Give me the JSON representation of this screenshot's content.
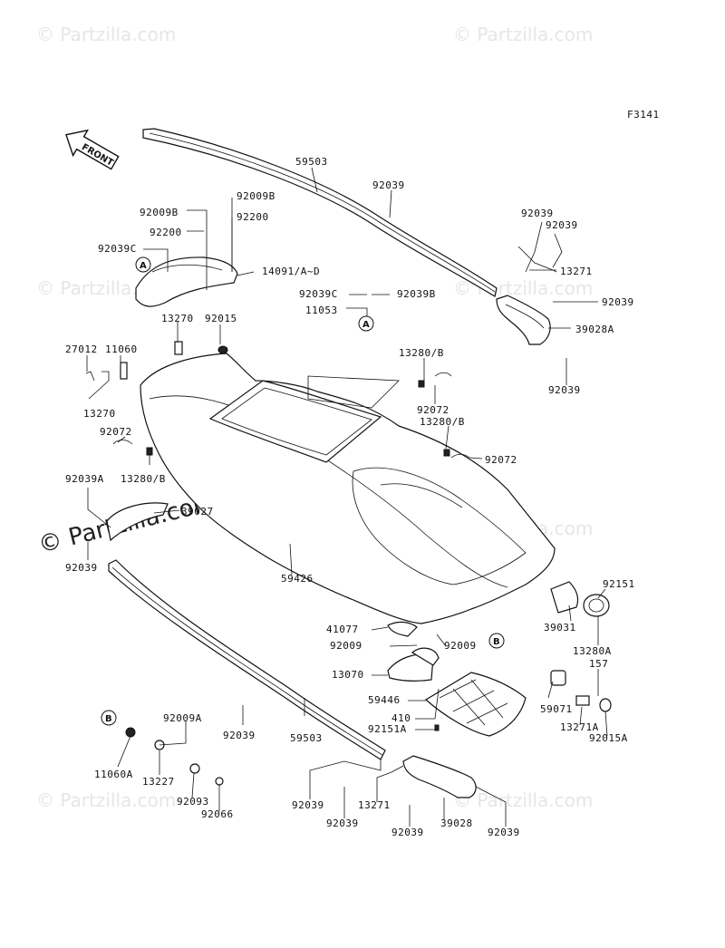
{
  "figure_code": "F3141",
  "front_label": "FRONT",
  "watermark": "© Partzilla.com",
  "callouts": {
    "a": "A",
    "b": "B"
  },
  "labels": [
    {
      "id": "p59503-top",
      "text": "59503"
    },
    {
      "id": "p92039-top",
      "text": "92039"
    },
    {
      "id": "p92009B-r",
      "text": "92009B"
    },
    {
      "id": "p92009B-l",
      "text": "92009B"
    },
    {
      "id": "p92200-r",
      "text": "92200"
    },
    {
      "id": "p92200-l",
      "text": "92200"
    },
    {
      "id": "p92039C-l",
      "text": "92039C"
    },
    {
      "id": "p14091",
      "text": "14091/A~D"
    },
    {
      "id": "p92039-r1",
      "text": "92039"
    },
    {
      "id": "p92039-r2",
      "text": "92039"
    },
    {
      "id": "p13271-r",
      "text": "13271"
    },
    {
      "id": "p92039C-m",
      "text": "92039C"
    },
    {
      "id": "p92039B-m",
      "text": "92039B"
    },
    {
      "id": "p11053",
      "text": "11053"
    },
    {
      "id": "p92039-r3",
      "text": "92039"
    },
    {
      "id": "p39028A",
      "text": "39028A"
    },
    {
      "id": "p92039-r4",
      "text": "92039"
    },
    {
      "id": "p13270-t",
      "text": "13270"
    },
    {
      "id": "p92015",
      "text": "92015"
    },
    {
      "id": "p27012",
      "text": "27012"
    },
    {
      "id": "p11060",
      "text": "11060"
    },
    {
      "id": "p13270-b",
      "text": "13270"
    },
    {
      "id": "p13280B-1",
      "text": "13280/B"
    },
    {
      "id": "p92072-1",
      "text": "92072"
    },
    {
      "id": "p13280B-2",
      "text": "13280/B"
    },
    {
      "id": "p92072-2",
      "text": "92072"
    },
    {
      "id": "p92072-l",
      "text": "92072"
    },
    {
      "id": "p13280B-l",
      "text": "13280/B"
    },
    {
      "id": "p92039A",
      "text": "92039A"
    },
    {
      "id": "p39027",
      "text": "39027"
    },
    {
      "id": "p92039-l",
      "text": "92039"
    },
    {
      "id": "p59426",
      "text": "59426"
    },
    {
      "id": "p92151",
      "text": "92151"
    },
    {
      "id": "p39031",
      "text": "39031"
    },
    {
      "id": "p13280A",
      "text": "13280A"
    },
    {
      "id": "p41077",
      "text": "41077"
    },
    {
      "id": "p92009-l",
      "text": "92009"
    },
    {
      "id": "p92009-r",
      "text": "92009"
    },
    {
      "id": "p13070",
      "text": "13070"
    },
    {
      "id": "p157",
      "text": "157"
    },
    {
      "id": "p59446",
      "text": "59446"
    },
    {
      "id": "p410",
      "text": "410"
    },
    {
      "id": "p92151A",
      "text": "92151A"
    },
    {
      "id": "p59071",
      "text": "59071"
    },
    {
      "id": "p13271A",
      "text": "13271A"
    },
    {
      "id": "p92015A",
      "text": "92015A"
    },
    {
      "id": "p92009A",
      "text": "92009A"
    },
    {
      "id": "p92039-bm",
      "text": "92039"
    },
    {
      "id": "p59503-bot",
      "text": "59503"
    },
    {
      "id": "p11060A",
      "text": "11060A"
    },
    {
      "id": "p13227",
      "text": "13227"
    },
    {
      "id": "p92093",
      "text": "92093"
    },
    {
      "id": "p92066",
      "text": "92066"
    },
    {
      "id": "p92039-b1",
      "text": "92039"
    },
    {
      "id": "p13271-b",
      "text": "13271"
    },
    {
      "id": "p92039-b2",
      "text": "92039"
    },
    {
      "id": "p92039-b3",
      "text": "92039"
    },
    {
      "id": "p39028",
      "text": "39028"
    },
    {
      "id": "p92039-b4",
      "text": "92039"
    }
  ]
}
